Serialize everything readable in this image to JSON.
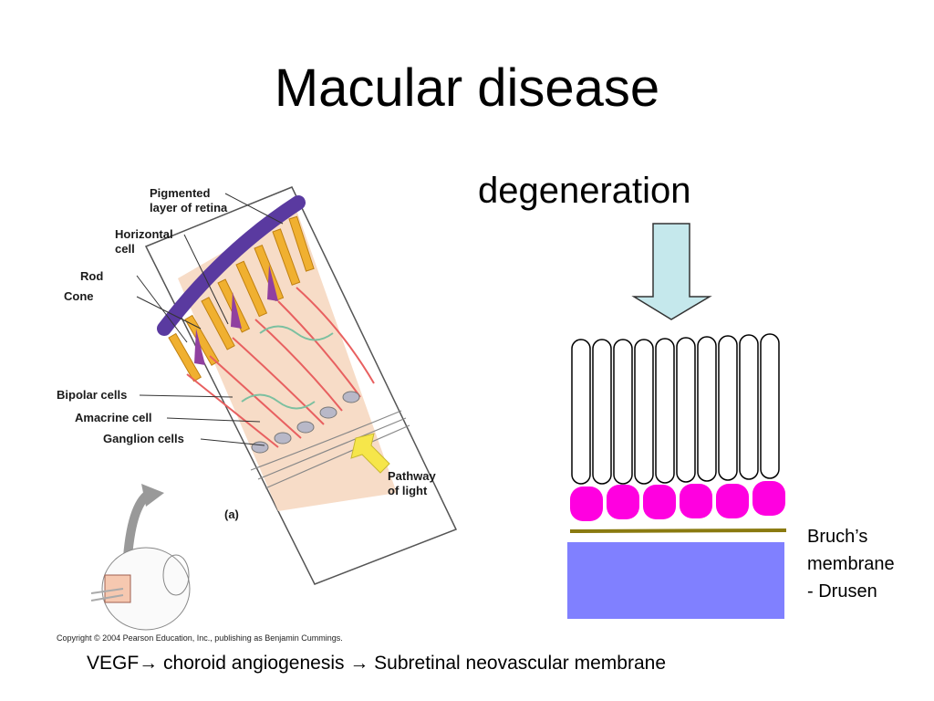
{
  "slide": {
    "title": "Macular disease",
    "subtitle": "degeneration",
    "bottom_text": "VEGF→ choroid angiogenesis → Subretinal neovascular membrane",
    "bruch_lines": [
      "Bruch’s",
      "membrane",
      "- Drusen"
    ]
  },
  "retina_figure": {
    "labels": {
      "pigmented": [
        "Pigmented",
        "layer of retina"
      ],
      "horizontal": [
        "Horizontal",
        "cell"
      ],
      "rod": "Rod",
      "cone": "Cone",
      "bipolar": "Bipolar cells",
      "amacrine": "Amacrine cell",
      "ganglion": "Ganglion cells",
      "pathway": [
        "Pathway",
        "of light"
      ],
      "panel": "(a)"
    },
    "copyright": "Copyright © 2004 Pearson Education, Inc., publishing as Benjamin Cummings."
  },
  "colors": {
    "arrow_fill": "#c5e8ec",
    "rpe_cells": "#ff00e0",
    "bruch_line": "#8a7a10",
    "choroid": "#8080ff",
    "pigment": "#5a3aa0",
    "cone_color": "#f0b030",
    "light_arrow": "#f6e64a"
  }
}
